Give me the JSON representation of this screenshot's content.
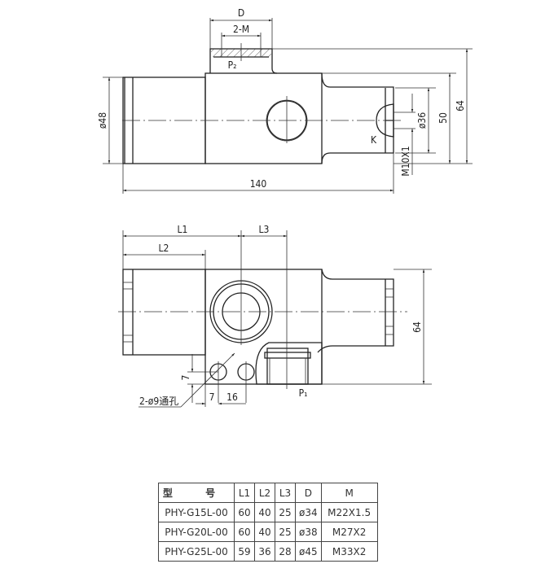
{
  "top_view": {
    "dim_D": "D",
    "dim_2M": "2-M",
    "port_P2": "P₂",
    "dim_phi48": "ø48",
    "dim_140": "140",
    "dim_phi36": "ø36",
    "dim_50": "50",
    "dim_64": "64",
    "label_K": "K",
    "thread_M10X1": "M10X1"
  },
  "front_view": {
    "dim_L1": "L1",
    "dim_L2": "L2",
    "dim_L3": "L3",
    "dim_64": "64",
    "dim_7_vertical": "7",
    "dim_7_horizontal": "7",
    "dim_16": "16",
    "hole_note": "2-ø9通孔",
    "port_P1": "P₁"
  },
  "spec_table": {
    "headers": [
      "型 号",
      "L1",
      "L2",
      "L3",
      "D",
      "M"
    ],
    "rows": [
      [
        "PHY-G15L-00",
        "60",
        "40",
        "25",
        "ø34",
        "M22X1.5"
      ],
      [
        "PHY-G20L-00",
        "60",
        "40",
        "25",
        "ø38",
        "M27X2"
      ],
      [
        "PHY-G25L-00",
        "59",
        "36",
        "28",
        "ø45",
        "M33X2"
      ]
    ]
  }
}
